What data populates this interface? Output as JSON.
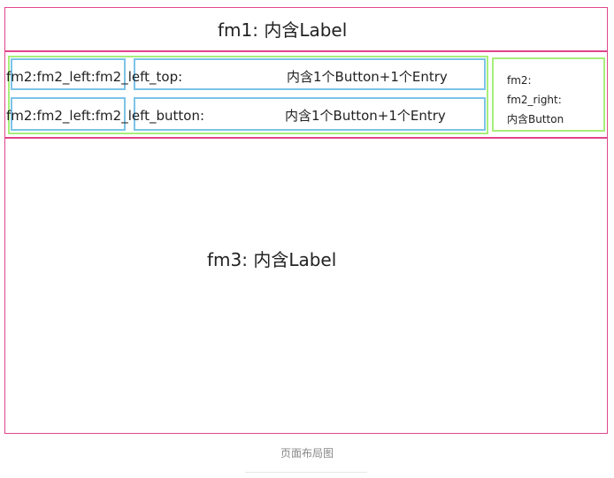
{
  "fm1": {
    "label": "fm1: 内含Label"
  },
  "fm2": {
    "left": {
      "top": {
        "name": "fm2:fm2_left:fm2_left_top:",
        "desc": "内含1个Button+1个Entry"
      },
      "bottom": {
        "name": "fm2:fm2_left:fm2_left_button:",
        "desc": "内含1个Button+1个Entry"
      }
    },
    "right": {
      "lines": [
        "fm2:",
        "fm2_right:",
        "内含Button"
      ]
    }
  },
  "fm3": {
    "label": "fm3: 内含Label"
  },
  "caption": "页面布局图",
  "colors": {
    "frame_border": "#e0468c",
    "subframe_border": "#a6ef7a",
    "widget_border": "#7cc3e8"
  }
}
